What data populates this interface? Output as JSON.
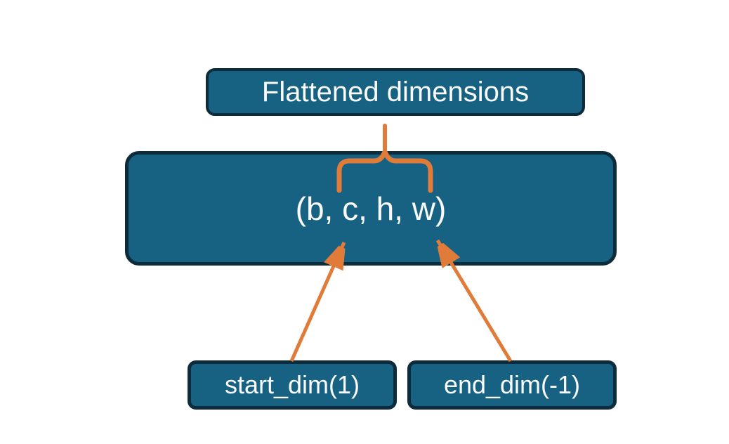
{
  "diagram": {
    "title_box": {
      "label": "Flattened dimensions"
    },
    "tensor_box": {
      "label": "(b, c, h, w)"
    },
    "start_box": {
      "label": "start_dim(1)"
    },
    "end_box": {
      "label": "end_dim(-1)"
    },
    "annotations": {
      "brace": "overbrace-spanning-c-h-w",
      "arrows": [
        "start-dim-arrow-to-c",
        "end-dim-arrow-to-w"
      ]
    },
    "colors": {
      "box_fill": "#176283",
      "box_border": "#0d2b3a",
      "accent_orange": "#e07b39",
      "text": "#fafafa",
      "background": "#ffffff"
    }
  }
}
